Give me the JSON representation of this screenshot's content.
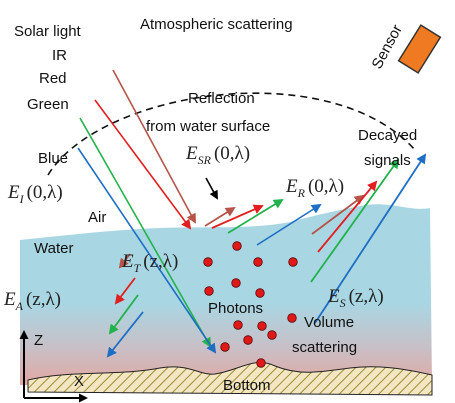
{
  "labels": {
    "solar_light": "Solar light",
    "ir": "IR",
    "red": "Red",
    "green": "Green",
    "blue": "Blue",
    "atmospheric_scattering": "Atmospheric scattering",
    "sensor": "Sensor",
    "reflection_line1": "Reflection",
    "reflection_line2": "from water surface",
    "decayed_line1": "Decayed",
    "decayed_line2": "signals",
    "air": "Air",
    "water": "Water",
    "photons": "Photons",
    "volume_line1": "Volume",
    "volume_line2": "scattering",
    "bottom": "Bottom",
    "axis_z": "Z",
    "axis_x": "X"
  },
  "equations": {
    "e_sr": {
      "base": "E",
      "sub": "SR",
      "arg": "(0,λ)"
    },
    "e_i": {
      "base": "E",
      "sub": "I",
      "arg": "(0,λ)"
    },
    "e_r": {
      "base": "E",
      "sub": "R",
      "arg": "(0,λ)"
    },
    "e_t": {
      "base": "E",
      "sub": "T",
      "arg": "(z,λ)"
    },
    "e_a": {
      "base": "E",
      "sub": "A",
      "arg": "(z,λ)"
    },
    "e_s": {
      "base": "E",
      "sub": "S",
      "arg": "(z,λ)"
    }
  },
  "colors": {
    "ir": "#b5544a",
    "red": "#e02020",
    "green": "#22b24c",
    "blue": "#1e6fc4",
    "water_top": "#a9d6e3",
    "water_bottom": "#e2a8a2",
    "sensor": "#f07a22",
    "photon": "#e01818",
    "bottom_fill": "#f3e7c3",
    "bottom_hatch": "#a08a33"
  }
}
